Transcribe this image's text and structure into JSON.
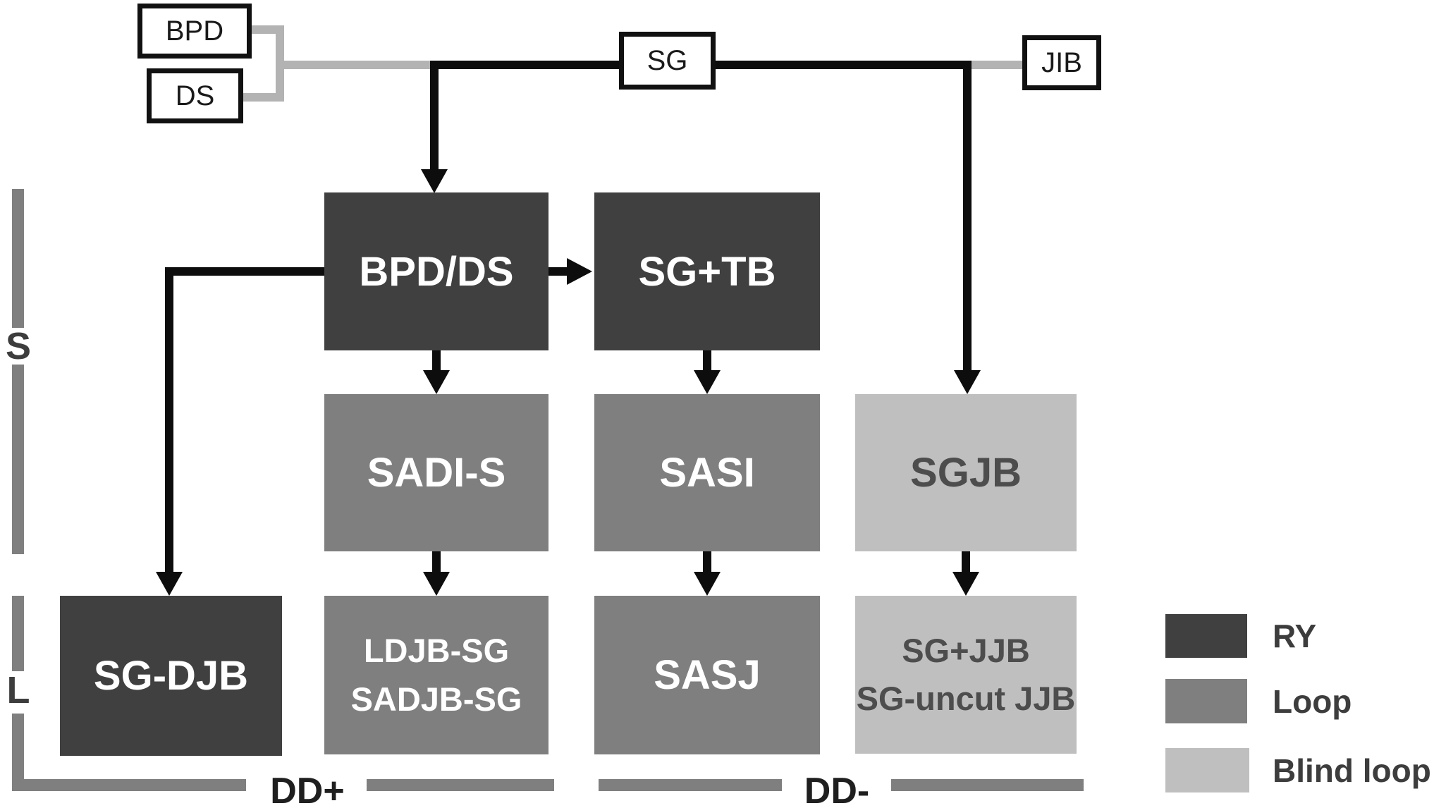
{
  "colors": {
    "ry": "#404040",
    "loop": "#7f7f7f",
    "blind_loop": "#bfbfbf",
    "black_line": "#0d0d0d",
    "gray_line": "#b3b3b3",
    "axis_bar": "#7f7f7f",
    "light_box_text": "#4d4d4d",
    "white_box_text": "#ffffff"
  },
  "nodes": {
    "bpd": {
      "label": "BPD"
    },
    "ds": {
      "label": "DS"
    },
    "sg": {
      "label": "SG"
    },
    "jib": {
      "label": "JIB"
    },
    "bpdds": {
      "label": "BPD/DS",
      "category": "RY",
      "color": "#404040"
    },
    "sgtb": {
      "label": "SG+TB",
      "category": "RY",
      "color": "#404040"
    },
    "sadis": {
      "label": "SADI-S",
      "category": "Loop",
      "color": "#7f7f7f"
    },
    "sasi": {
      "label": "SASI",
      "category": "Loop",
      "color": "#7f7f7f"
    },
    "sgjb": {
      "label": "SGJB",
      "category": "Blind loop",
      "color": "#bfbfbf"
    },
    "sgdjb": {
      "label": "SG-DJB",
      "category": "RY",
      "color": "#404040"
    },
    "ldjb_sadjb": {
      "line1": "LDJB-SG",
      "line2": "SADJB-SG",
      "category": "Loop",
      "color": "#7f7f7f"
    },
    "sasj": {
      "label": "SASJ",
      "category": "Loop",
      "color": "#7f7f7f"
    },
    "sgjjb": {
      "line1": "SG+JJB",
      "line2": "SG-uncut JJB",
      "category": "Blind loop",
      "color": "#bfbfbf"
    }
  },
  "axis": {
    "limb_short": "S",
    "limb_long": "L",
    "dd_plus": "DD+",
    "dd_minus": "DD-"
  },
  "legend": {
    "items": [
      {
        "label": "RY",
        "color": "#404040"
      },
      {
        "label": "Loop",
        "color": "#7f7f7f"
      },
      {
        "label": "Blind loop",
        "color": "#bfbfbf"
      }
    ]
  }
}
